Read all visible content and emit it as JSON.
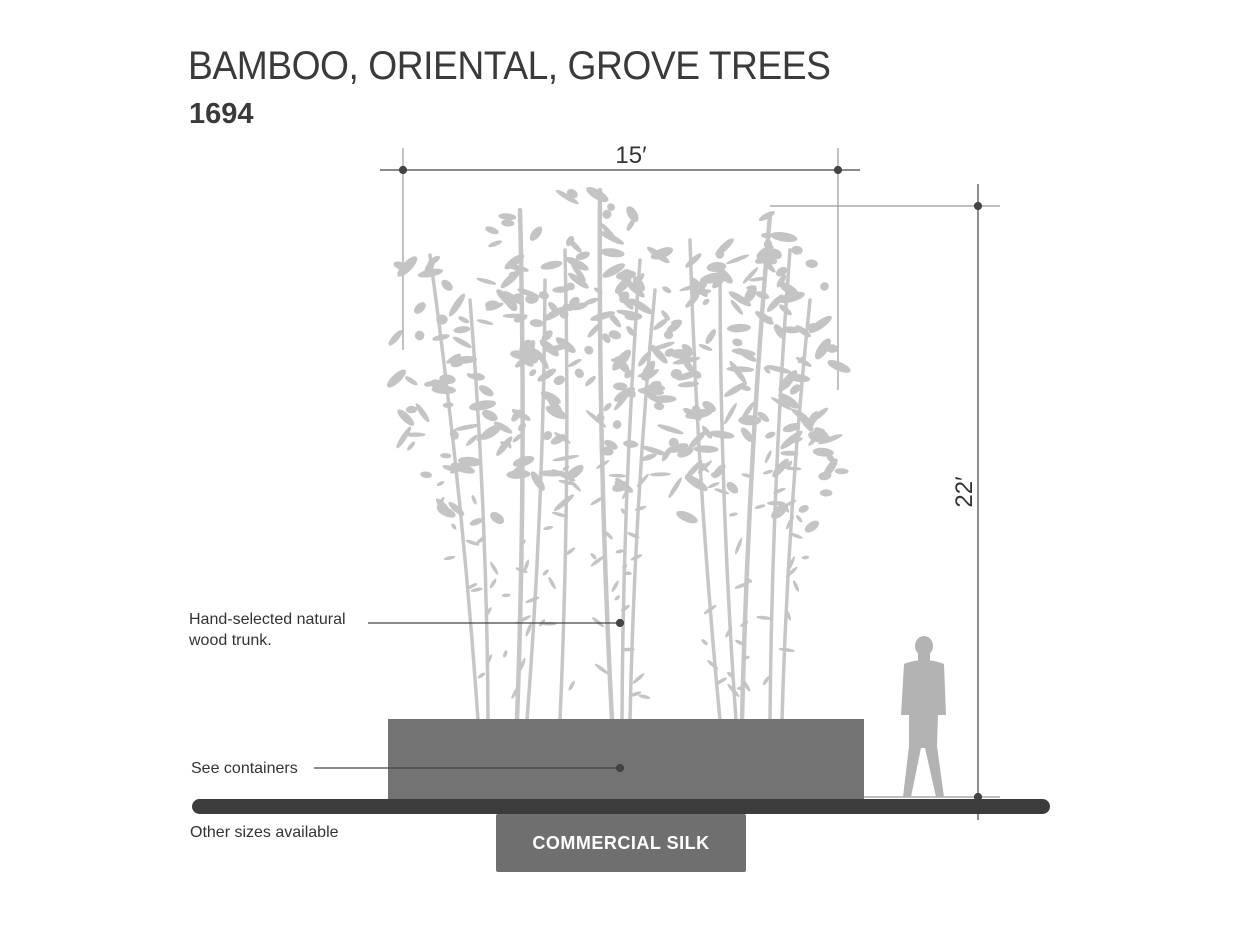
{
  "header": {
    "title": "BAMBOO, ORIENTAL, GROVE TREES",
    "item_number": "1694"
  },
  "dimensions": {
    "width": "15′",
    "height": "22′"
  },
  "annotations": {
    "trunk": "Hand-selected natural wood trunk.",
    "containers": "See containers",
    "sizes": "Other sizes available"
  },
  "badge": {
    "label": "COMMERCIAL SILK"
  },
  "colors": {
    "foliage": "#c4c4c4",
    "container": "#737373",
    "ground": "#3c3c3c",
    "person": "#b3b3b3",
    "badge": "#6f6f6f"
  }
}
